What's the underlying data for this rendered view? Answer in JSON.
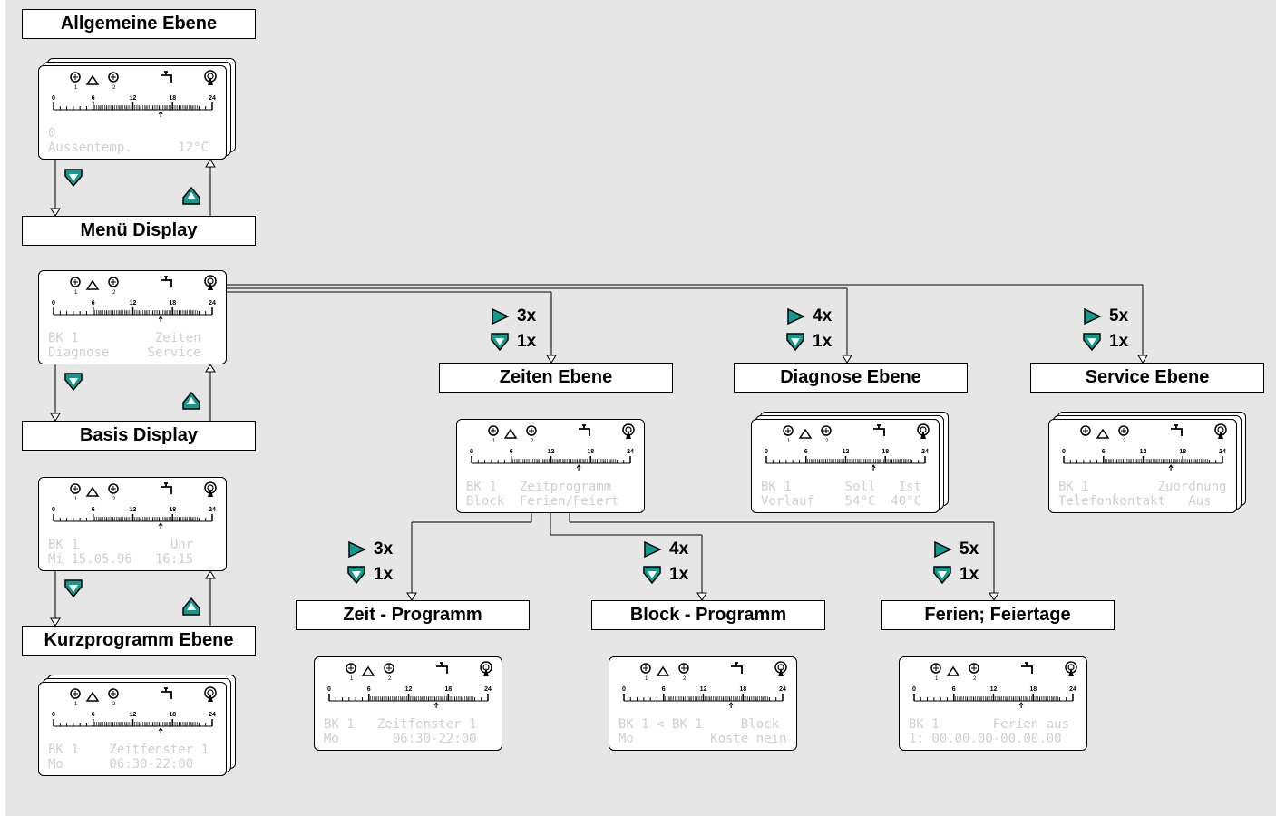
{
  "colors": {
    "key_fill": "#119a8e",
    "lcd_text": "#cfcfcf",
    "background": "#e6e6e6"
  },
  "levels": {
    "allgemeine": "Allgemeine Ebene",
    "menu": "Menü Display",
    "basis": "Basis Display",
    "kurz": "Kurzprogramm Ebene",
    "zeiten": "Zeiten Ebene",
    "diagnose": "Diagnose Ebene",
    "service": "Service Ebene",
    "zeitprog": "Zeit - Programm",
    "blockprog": "Block - Programm",
    "ferien": "Ferien; Feiertage"
  },
  "press": {
    "zeiten": {
      "right": "3x",
      "down": "1x"
    },
    "diagnose": {
      "right": "4x",
      "down": "1x"
    },
    "service": {
      "right": "5x",
      "down": "1x"
    },
    "zeitprog": {
      "right": "3x",
      "down": "1x"
    },
    "blockprog": {
      "right": "4x",
      "down": "1x"
    },
    "ferien": {
      "right": "5x",
      "down": "1x"
    }
  },
  "scale_ticks": [
    "0",
    "6",
    "12",
    "18",
    "24"
  ],
  "icon_names": [
    "burner-1-icon",
    "warning-triangle-icon",
    "burner-2-icon",
    "tap-water-icon",
    "antenna-icon"
  ],
  "displays": {
    "d1": {
      "line1": "0",
      "line2": "Aussentemp.      12°C"
    },
    "d2": {
      "line1": "BK 1          Zeiten",
      "line2": "Diagnose     Service"
    },
    "d3": {
      "line1": "BK 1            Uhr",
      "line2": "Mi 15.05.96   16:15"
    },
    "d4": {
      "line1": "BK 1    Zeitfenster 1",
      "line2": "Mo      06:30-22:00"
    },
    "d5": {
      "line1": "BK 1   Zeitprogramm",
      "line2": "Block  Ferien/Feiert"
    },
    "d6": {
      "line1": "BK 1       Soll   Ist",
      "line2": "Vorlauf    54°C  40°C"
    },
    "d7": {
      "line1": "BK 1         Zuordnung",
      "line2": "Telefonkontakt   Aus"
    },
    "d8": {
      "line1": "BK 1   Zeitfenster 1",
      "line2": "Mo       06:30-22:00"
    },
    "d9": {
      "line1": "BK 1 < BK 1     Block",
      "line2": "Mo          Koste nein"
    },
    "d10": {
      "line1": "BK 1       Ferien aus",
      "line2": "1: 00.00.00-00.00.00"
    }
  }
}
